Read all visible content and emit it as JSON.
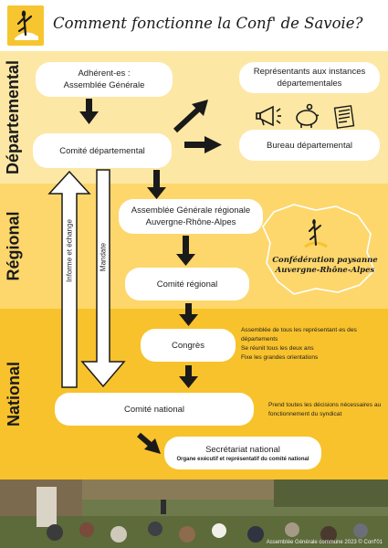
{
  "header": {
    "title": "Comment fonctionne la Conf' de Savoie?"
  },
  "sections": {
    "departemental": "Départemental",
    "regional": "Régional",
    "national": "National"
  },
  "nodes": {
    "adherents": "Adhérent-es :",
    "assemblee_generale": "Assemblée Générale",
    "representants_line1": "Représentants aux instances",
    "representants_line2": "départementales",
    "comite_departemental": "Comité départemental",
    "bureau_departemental": "Bureau départemental",
    "ag_regionale_line1": "Assemblée Générale régionale",
    "ag_regionale_line2": "Auvergne-Rhône-Alpes",
    "comite_regional": "Comité régional",
    "congres": "Congrès",
    "comite_national": "Comité national",
    "secretariat_national": "Secrétariat national",
    "secretariat_sub": "Organe exécutif et représentatif du comité national"
  },
  "flows": {
    "informe": "Informe et échange",
    "mandate": "Mandate"
  },
  "notes": {
    "congres_line1": "Assemblée de tous les représentant·es des",
    "congres_line2": "départements",
    "congres_line3": "Se réunit tous les deux ans",
    "congres_line4": "Fixe les grandes orientations",
    "national_line1": "Prend toutes les décisions nécessaires au",
    "national_line2": "fonctionnement du syndicat"
  },
  "logo_regional": {
    "line1": "Confédération paysanne",
    "line2": "Auvergne-Rhône-Alpes"
  },
  "icons": [
    "megaphone-icon",
    "piggy-bank-icon",
    "newspaper-icon"
  ],
  "photo_caption": "Assemblée Générale commune 2023 © Conf'01",
  "colors": {
    "band_departemental": "#fde7a4",
    "band_regional": "#fdd76c",
    "band_national": "#f8c22c",
    "arrow": "#1a1a1a"
  }
}
